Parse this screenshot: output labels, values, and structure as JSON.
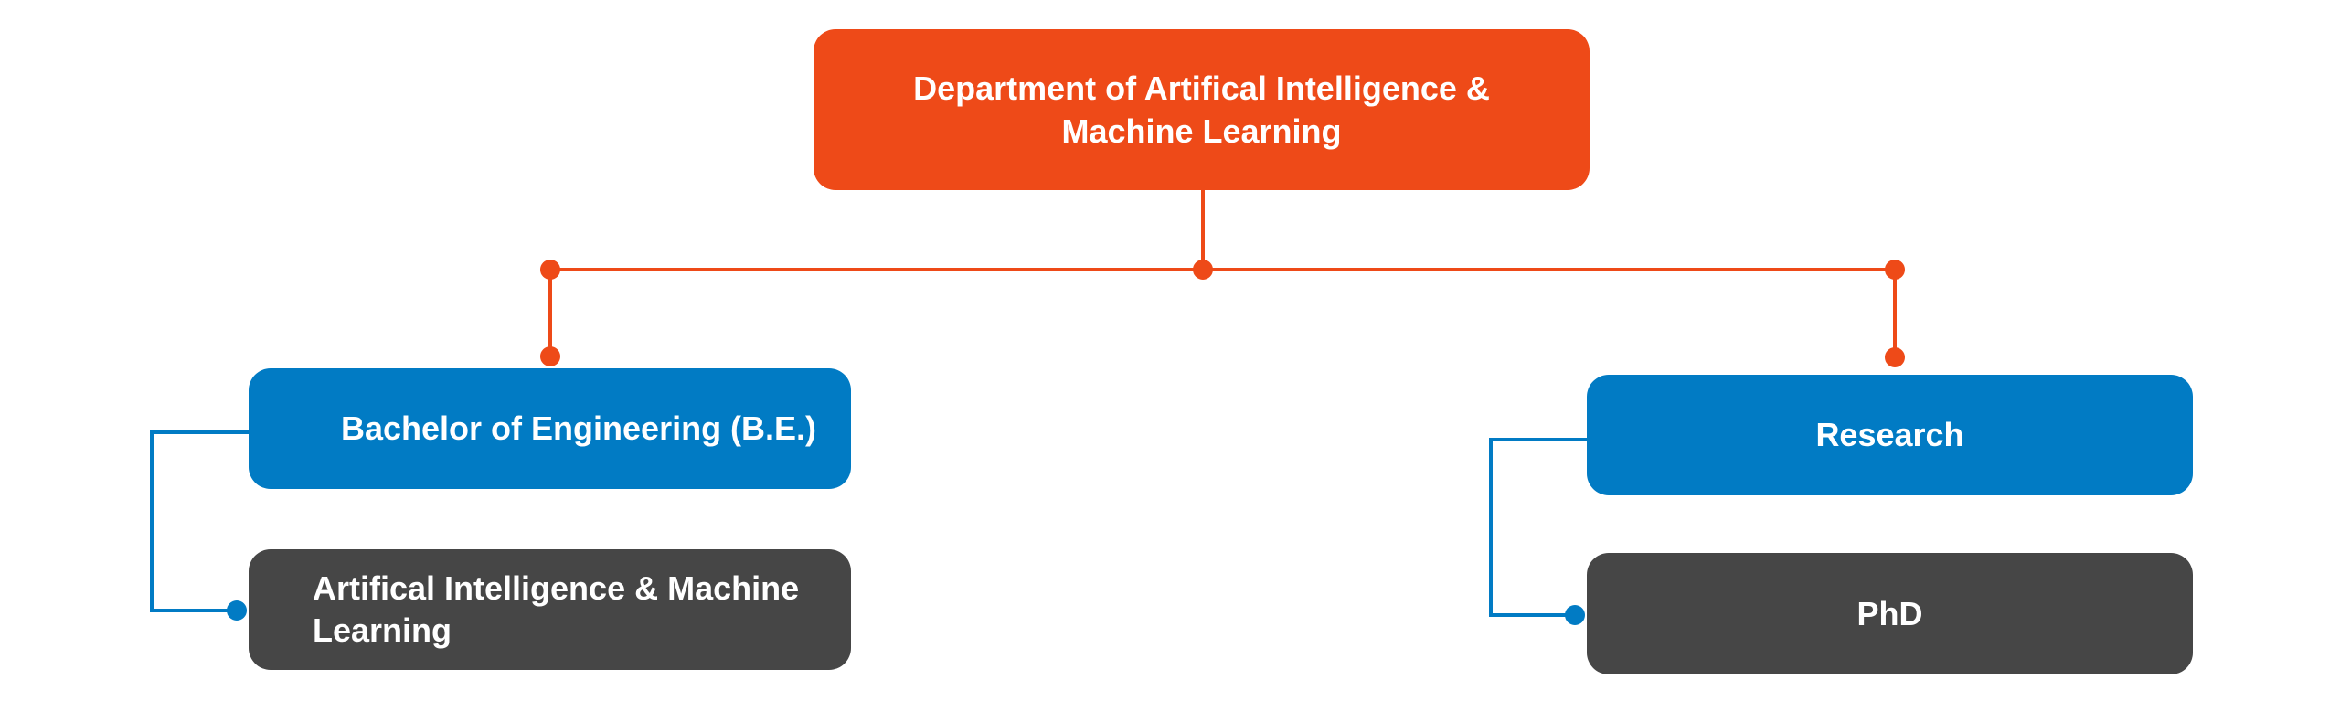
{
  "colors": {
    "primary": "#ee4a18",
    "secondary": "#017bc4",
    "tertiary": "#464646",
    "text": "#ffffff"
  },
  "nodes": {
    "root": {
      "label": "Department of Artifical Intelligence & Machine Learning",
      "line1": "Department of Artifical Intelligence &",
      "line2": "Machine Learning"
    },
    "bachelor": {
      "label": "Bachelor of Engineering (B.E.)"
    },
    "aiml": {
      "line1": "Artifical Intelligence & Machine",
      "line2": "Learning"
    },
    "research": {
      "label": "Research"
    },
    "phd": {
      "label": "PhD"
    }
  },
  "edges": [
    {
      "from": "root",
      "to": "bachelor"
    },
    {
      "from": "root",
      "to": "research"
    },
    {
      "from": "bachelor",
      "to": "aiml"
    },
    {
      "from": "research",
      "to": "phd"
    }
  ]
}
